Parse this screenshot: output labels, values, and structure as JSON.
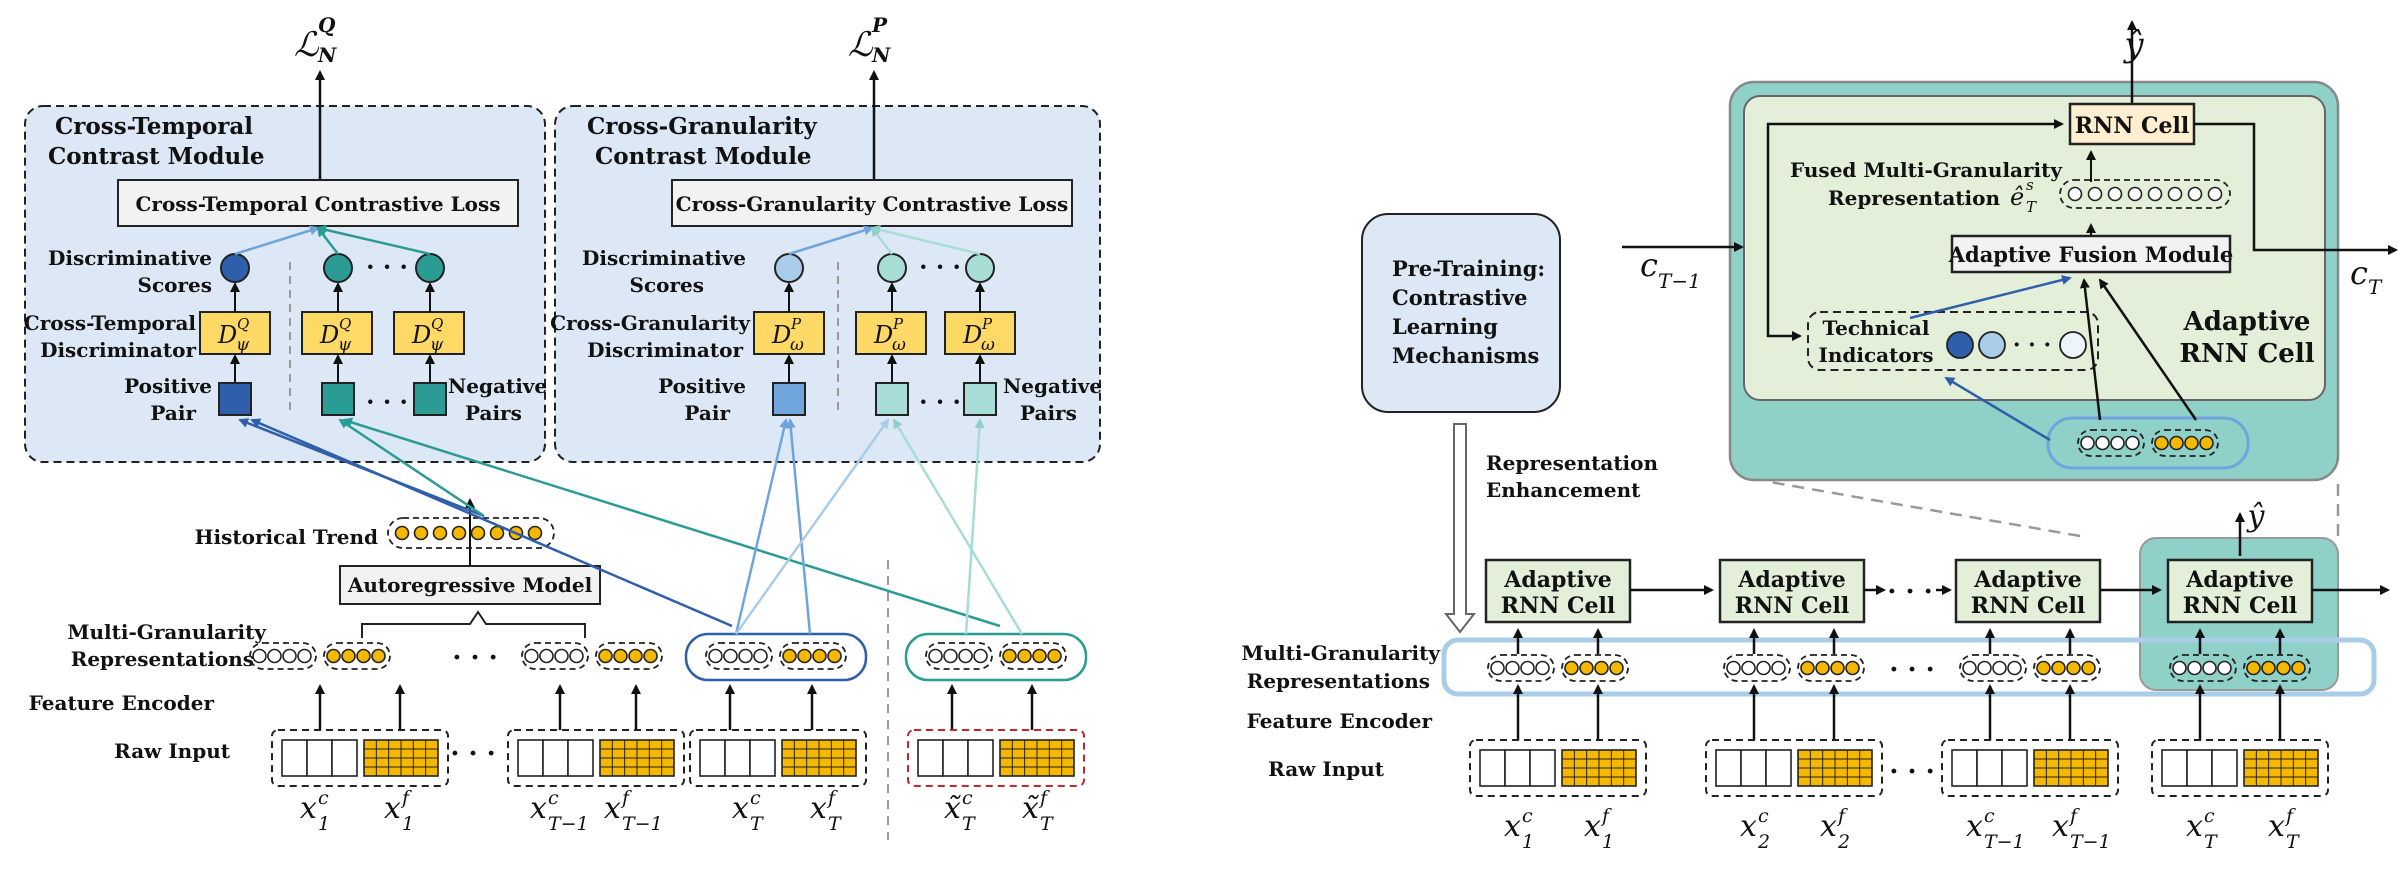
{
  "left": {
    "loss_q": {
      "main": "ℒ",
      "sup": "Q",
      "sub": "N"
    },
    "loss_p": {
      "main": "ℒ",
      "sup": "P",
      "sub": "N"
    },
    "ctm_title_1": "Cross-Temporal",
    "ctm_title_2": "Contrast Module",
    "cgm_title_1": "Cross-Granularity",
    "cgm_title_2": "Contrast Module",
    "ct_loss": "Cross-Temporal Contrastive Loss",
    "cg_loss": "Cross-Granularity Contrastive Loss",
    "disc_scores_1": "Discriminative",
    "disc_scores_2": "Scores",
    "ct_disc_1": "Cross-Temporal",
    "ct_disc_2": "Discriminator",
    "cg_disc_1": "Cross-Granularity",
    "cg_disc_2": "Discriminator",
    "pos_pair_1": "Positive",
    "pos_pair_2": "Pair",
    "neg_pairs_1": "Negative",
    "neg_pairs_2": "Pairs",
    "disc_q": {
      "main": "D",
      "sup": "Q",
      "sub": "ψ"
    },
    "disc_p": {
      "main": "D",
      "sup": "P",
      "sub": "ω"
    },
    "ellipsis": "· · ·",
    "hist_trend": "Historical Trend",
    "ar_model": "Autoregressive Model",
    "mgr_1": "Multi-Granularity",
    "mgr_2": "Representations",
    "feat_enc": "Feature Encoder",
    "raw_input": "Raw Input",
    "x_labels": [
      {
        "main": "x",
        "sup": "c",
        "sub": "1"
      },
      {
        "main": "x",
        "sup": "f",
        "sub": "1"
      },
      {
        "main": "x",
        "sup": "c",
        "sub": "T−1"
      },
      {
        "main": "x",
        "sup": "f",
        "sub": "T−1"
      },
      {
        "main": "x",
        "sup": "c",
        "sub": "T"
      },
      {
        "main": "x",
        "sup": "f",
        "sub": "T"
      },
      {
        "main": "x̃",
        "sup": "c",
        "sub": "T"
      },
      {
        "main": "x̃",
        "sup": "f",
        "sub": "T"
      }
    ]
  },
  "right": {
    "y_hat": "ŷ",
    "rnn_cell": "RNN Cell",
    "fused_1": "Fused Multi-Granularity",
    "fused_2": "Representation",
    "fused_sym": {
      "main": "ê",
      "sup": "s",
      "sub": "T"
    },
    "adaptive_fusion": "Adaptive Fusion Module",
    "c_prev": {
      "main": "c",
      "sub": "T−1"
    },
    "c_t": {
      "main": "c",
      "sub": "T"
    },
    "tech_1": "Technical",
    "tech_2": "Indicators",
    "arnn_1": "Adaptive",
    "arnn_2": "RNN Cell",
    "pretrain_1": "Pre-Training:",
    "pretrain_2": "Contrastive",
    "pretrain_3": "Learning",
    "pretrain_4": "Mechanisms",
    "rep_enh_1": "Representation",
    "rep_enh_2": "Enhancement",
    "cell_label_1": "Adaptive",
    "cell_label_2": "RNN Cell",
    "mgr_1": "Multi-Granularity",
    "mgr_2": "Representations",
    "feat_enc": "Feature Encoder",
    "raw_input": "Raw Input",
    "ellipsis": "· · ·",
    "x_labels": [
      {
        "main": "x",
        "sup": "c",
        "sub": "1"
      },
      {
        "main": "x",
        "sup": "f",
        "sub": "1"
      },
      {
        "main": "x",
        "sup": "c",
        "sub": "2"
      },
      {
        "main": "x",
        "sup": "f",
        "sub": "2"
      },
      {
        "main": "x",
        "sup": "c",
        "sub": "T−1"
      },
      {
        "main": "x",
        "sup": "f",
        "sub": "T−1"
      },
      {
        "main": "x",
        "sup": "c",
        "sub": "T"
      },
      {
        "main": "x",
        "sup": "f",
        "sub": "T"
      }
    ]
  },
  "colors": {
    "module_bg": "#dde8f6",
    "disc_fill": "#ffd966",
    "yellow": "#f5b800",
    "dark_blue": "#2f5faa",
    "mid_blue": "#6fa5dc",
    "light_blue": "#a9cce9",
    "teal": "#2b9c93",
    "light_teal": "#a8dcd7",
    "cell_green": "#e4efd9",
    "teal_bg": "#8fd0c8",
    "rnn_fill": "#fdefd0",
    "red": "#c0282d"
  }
}
